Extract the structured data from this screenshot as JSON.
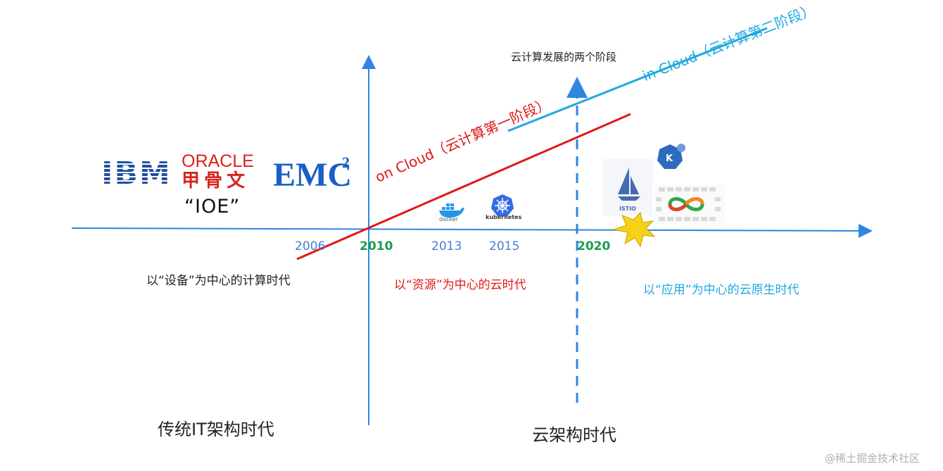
{
  "title": "云计算发展的两个阶段",
  "logos": {
    "ibm": "IBM",
    "oracle": "ORACLE",
    "oracle_cn": "甲骨文",
    "emc": "EMC",
    "emc_sup": "2",
    "ioe": "“IOE”",
    "docker": "docker",
    "kubernetes": "kubernetes",
    "istio": "ISTIO",
    "knative": "K"
  },
  "lines": {
    "on_cloud": "on Cloud（云计算第一阶段）",
    "in_cloud": "in Cloud（云计算第二阶段）"
  },
  "years": {
    "y2006": "2006",
    "y2010": "2010",
    "y2013": "2013",
    "y2015": "2015",
    "y2020": "2020"
  },
  "eras": {
    "device": "以“设备”为中心的计算时代",
    "resource": "以“资源”为中心的云时代",
    "application": "以“应用”为中心的云原生时代"
  },
  "bottom": {
    "traditional": "传统IT架构时代",
    "cloud": "云架构时代"
  },
  "watermark": "@稀土掘金技术社区",
  "colors": {
    "axis": "#2f86e0",
    "on_cloud": "#e01818",
    "in_cloud": "#1ea8e0",
    "green_year": "#1a9e4a",
    "ibm_blue": "#1f4fa0",
    "oracle_red": "#d8231b",
    "emc_blue": "#1a5fc8"
  }
}
